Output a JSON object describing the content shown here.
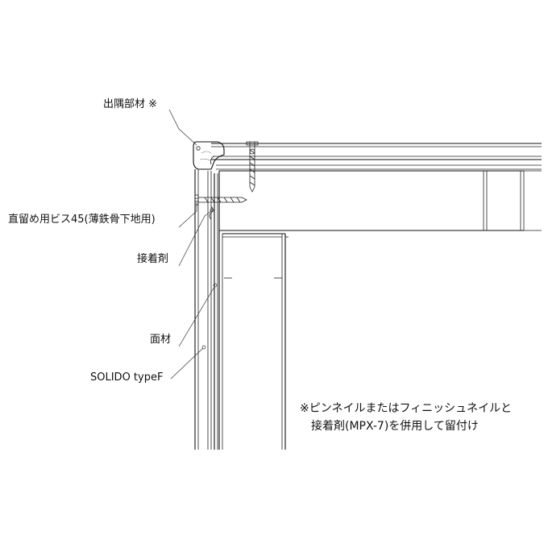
{
  "labels": {
    "corner_member": "出隅部材 ※",
    "screw": "直留め用ビス45(薄鉄骨下地用)",
    "adhesive": "接着剤",
    "face_material": "面材",
    "product": "SOLIDO typeF"
  },
  "note": {
    "line1": "※ピンネイルまたはフィニッシュネイルと",
    "line2": "接着剤(MPX-7)を併用して留付け"
  }
}
